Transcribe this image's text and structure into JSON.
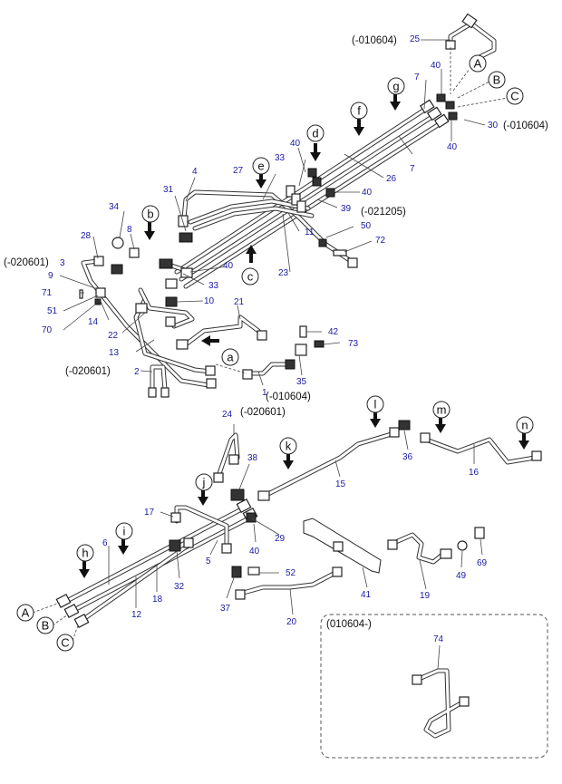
{
  "diagram": {
    "parts": [
      "1",
      "2",
      "3",
      "4",
      "5",
      "6",
      "7",
      "7b",
      "8",
      "9",
      "10",
      "11",
      "12",
      "13",
      "14",
      "15",
      "16",
      "17",
      "18",
      "19",
      "20",
      "21",
      "22",
      "23",
      "24",
      "25",
      "26",
      "27",
      "28",
      "29",
      "30",
      "31",
      "32",
      "33",
      "33b",
      "34",
      "35",
      "36",
      "37",
      "38",
      "39",
      "40",
      "40b",
      "40c",
      "40d",
      "40e",
      "40f",
      "41",
      "42",
      "49",
      "50",
      "51",
      "52",
      "69",
      "70",
      "71",
      "72",
      "73",
      "74"
    ],
    "part_labels": {
      "1": "1",
      "2": "2",
      "3": "3",
      "4": "4",
      "5": "5",
      "6": "6",
      "7": "7",
      "7b": "7",
      "8": "8",
      "9": "9",
      "10": "10",
      "11": "11",
      "12": "12",
      "13": "13",
      "14": "14",
      "15": "15",
      "16": "16",
      "17": "17",
      "18": "18",
      "19": "19",
      "20": "20",
      "21": "21",
      "22": "22",
      "23": "23",
      "24": "24",
      "25": "25",
      "26": "26",
      "27": "27",
      "28": "28",
      "29": "29",
      "30": "30",
      "31": "31",
      "32": "32",
      "33": "33",
      "33b": "33",
      "34": "34",
      "35": "35",
      "36": "36",
      "37": "37",
      "38": "38",
      "39": "39",
      "40": "40",
      "40b": "40",
      "40c": "40",
      "40d": "40",
      "40e": "40",
      "40f": "40",
      "41": "41",
      "42": "42",
      "49": "49",
      "50": "50",
      "51": "51",
      "52": "52",
      "69": "69",
      "70": "70",
      "71": "71",
      "72": "72",
      "73": "73",
      "74": "74"
    },
    "notes": {
      "n1": "(-010604)",
      "n2": "(-010604)",
      "n3": "(-021205)",
      "n4": "(-020601)",
      "n5": "(-020601)",
      "n6": "(-010604)",
      "n7": "(-020601)",
      "inset": "(010604-)"
    },
    "bubbles": {
      "A": "A",
      "B": "B",
      "C": "C",
      "A2": "A",
      "B2": "B",
      "C2": "C",
      "a": "a",
      "b": "b",
      "c": "c",
      "d": "d",
      "e": "e",
      "f": "f",
      "g": "g",
      "h": "h",
      "i": "i",
      "j": "j",
      "k": "k",
      "l": "l",
      "m": "m",
      "n": "n"
    }
  }
}
